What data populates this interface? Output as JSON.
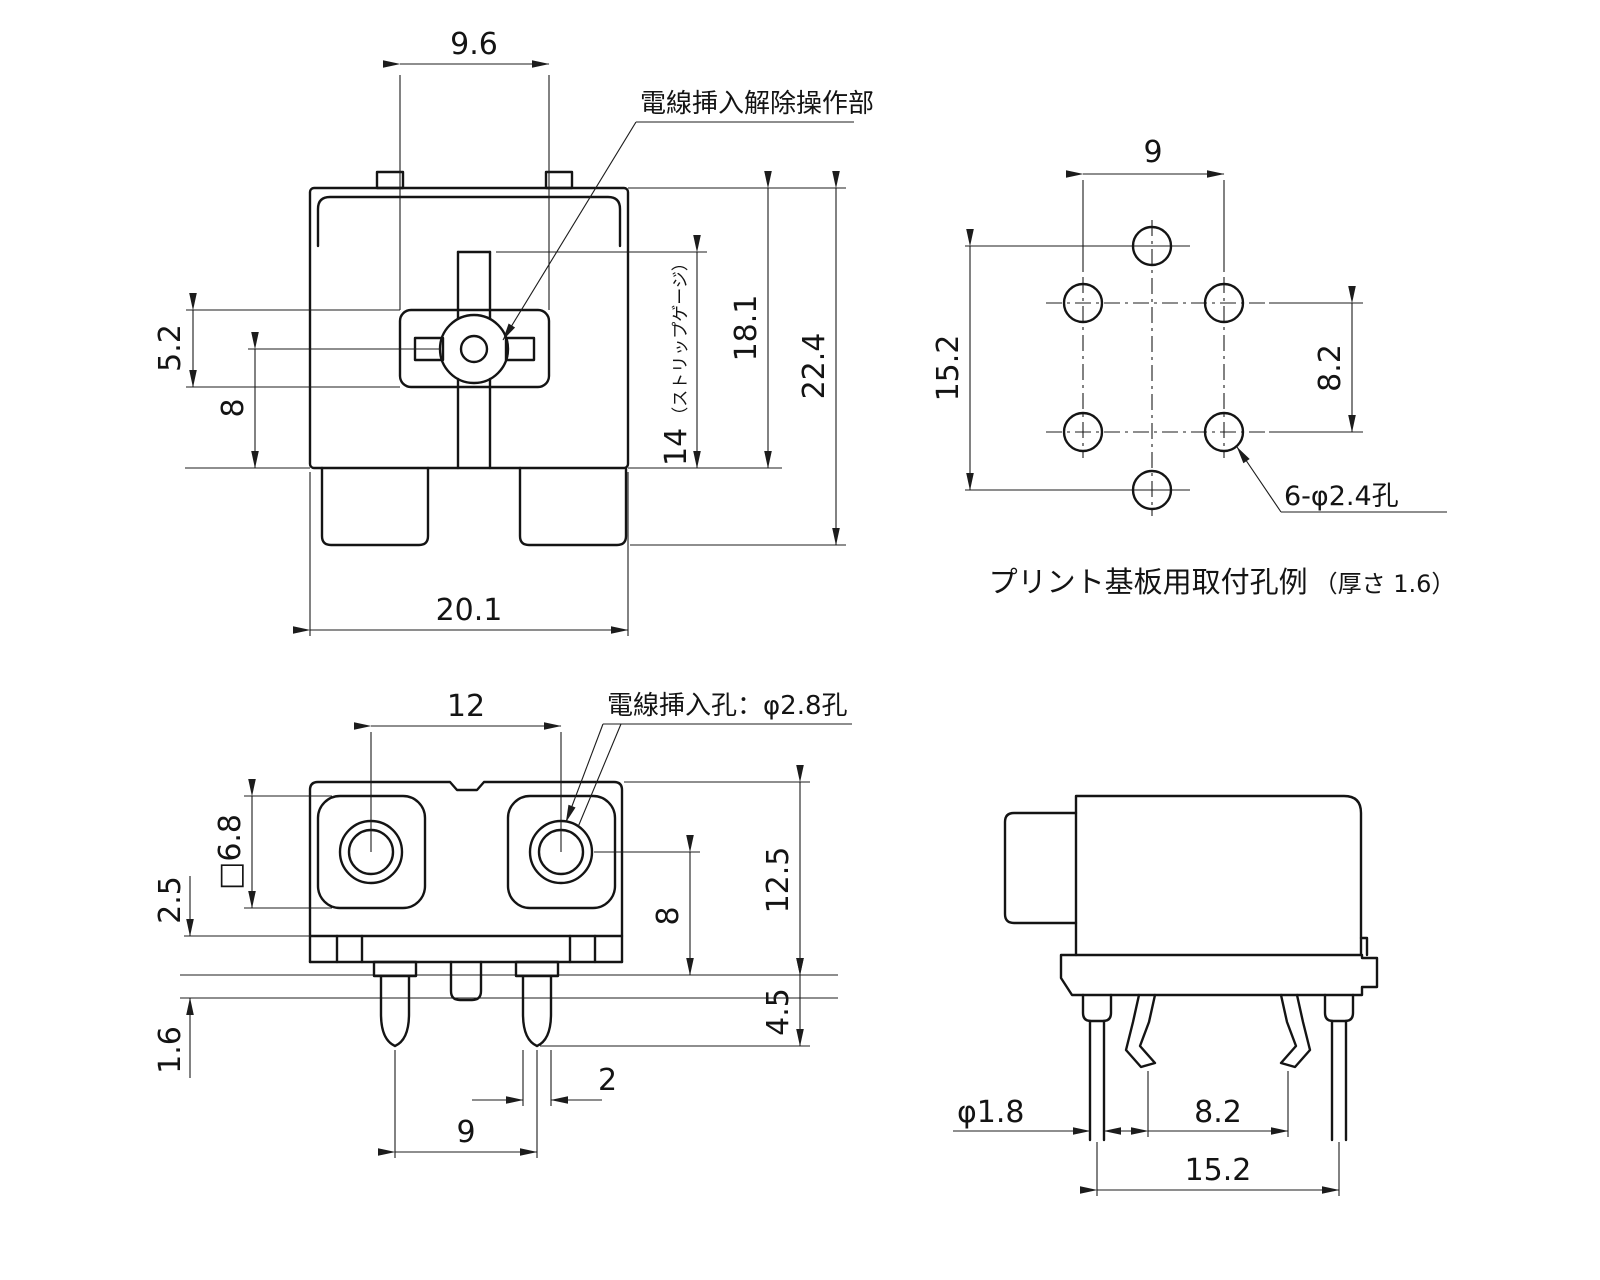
{
  "drawing": {
    "top_view": {
      "release_label": "電線挿入解除操作部",
      "dims": {
        "tab_pitch": "9.6",
        "operator_height": "5.2",
        "center_to_edge": "8",
        "strip_gauge": "14",
        "strip_gauge_note": "（ストリップゲージ）",
        "inner_height": "18.1",
        "overall_height": "22.4",
        "body_width": "20.1"
      }
    },
    "pcb_view": {
      "caption": "プリント基板用取付孔例",
      "caption_note": "（厚さ 1.6）",
      "holes_note": "6-φ2.4孔",
      "dims": {
        "hole_pitch_x": "9",
        "overall_height": "15.2",
        "hole_pitch_y": "8.2"
      }
    },
    "front_view": {
      "wire_hole_label": "電線挿入孔：φ2.8孔",
      "dims": {
        "hole_pitch": "12",
        "recess_square": "□6.8",
        "standoff": "2.5",
        "pcb_thickness": "1.6",
        "hole_height": "8",
        "body_height": "12.5",
        "pin_protrusion": "4.5",
        "pin_width": "2",
        "pin_pitch": "9"
      }
    },
    "side_view": {
      "dims": {
        "pin_diameter": "φ1.8",
        "bent_pin_pitch": "8.2",
        "pin_span": "15.2"
      }
    }
  }
}
